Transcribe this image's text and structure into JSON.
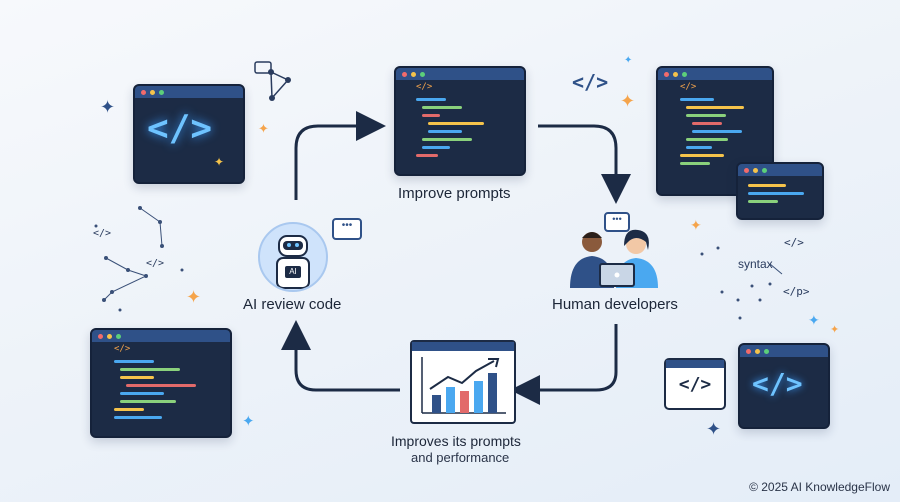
{
  "nodes": {
    "improve_prompts": "Improve prompts",
    "ai_review": "AI review code",
    "ai_badge": "AI",
    "human_developers": "Human developers",
    "improves_line1": "Improves its prompts",
    "improves_line2": "and performance"
  },
  "glyphs": {
    "code_tag": "</>",
    "close_p": "</p>",
    "syntax": "syntax"
  },
  "footer": "© 2025 AI KnowledgeFlow",
  "colors": {
    "arrow": "#1c2b45",
    "window_bg": "#1c2b45",
    "window_bar": "#2f5188",
    "accent_blue": "#4aa8f0",
    "accent_orange": "#f5a44b"
  }
}
